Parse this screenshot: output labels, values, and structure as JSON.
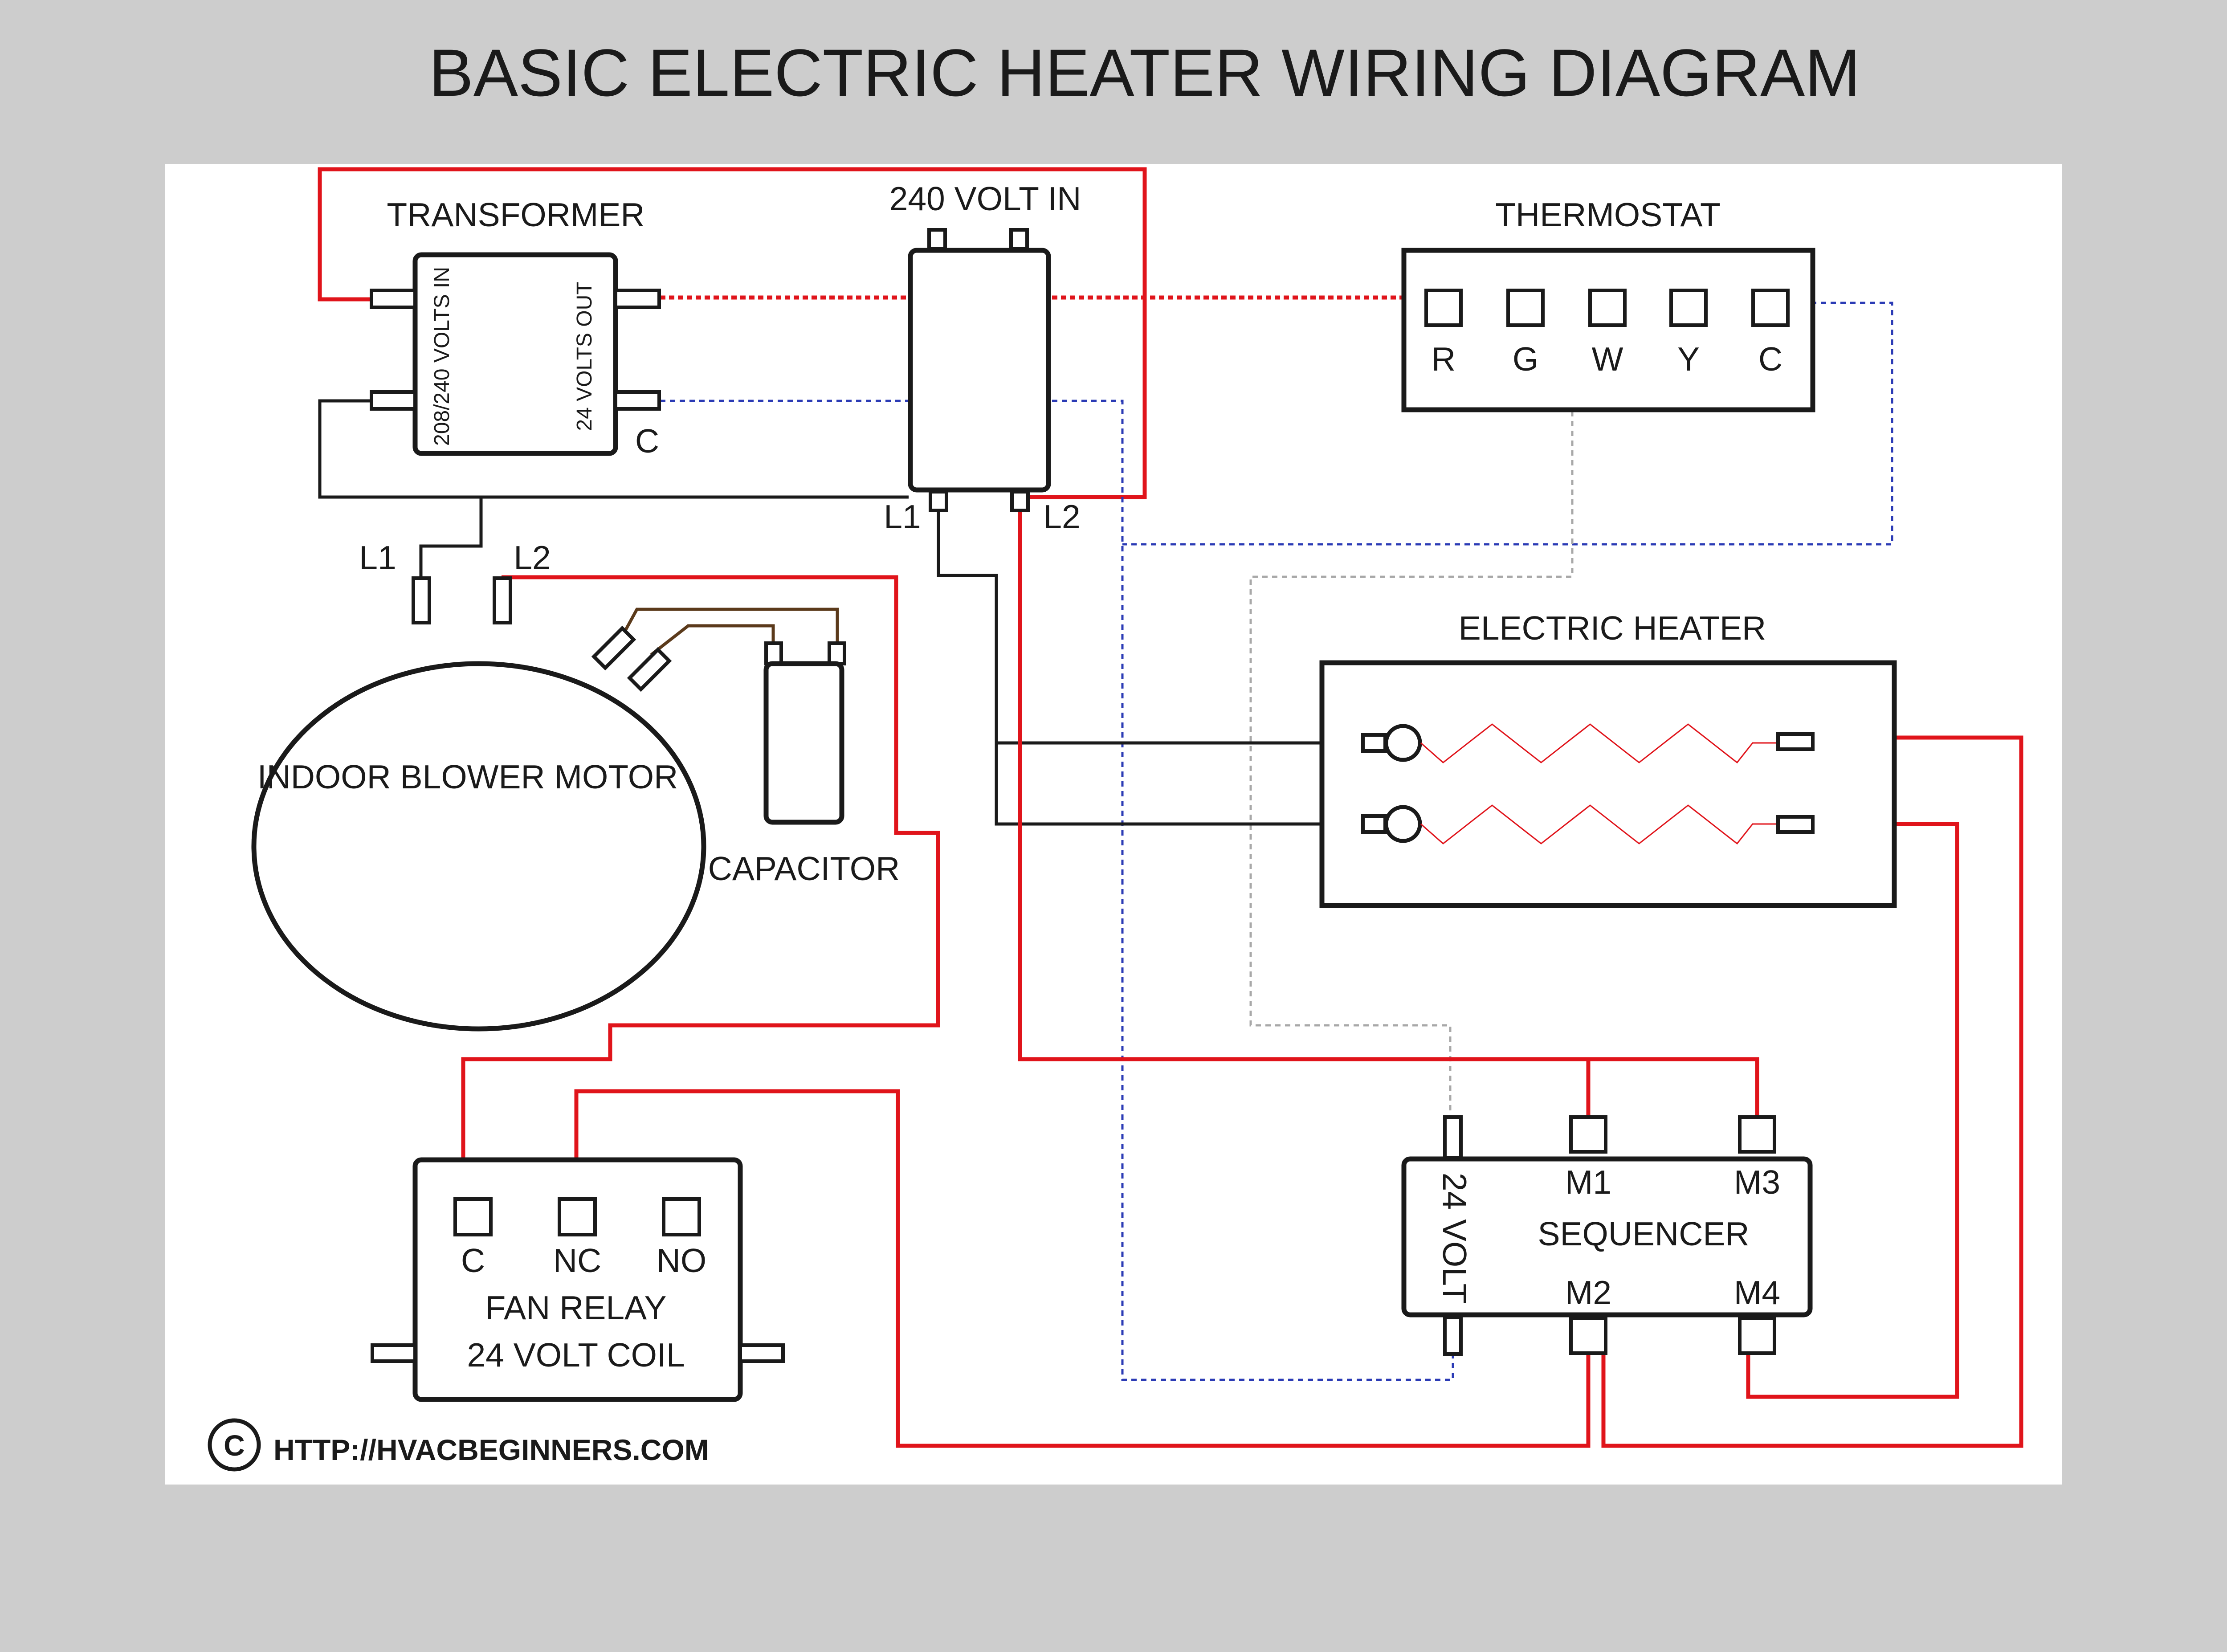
{
  "title": "BASIC ELECTRIC HEATER WIRING DIAGRAM",
  "transformer": {
    "label": "TRANSFORMER",
    "input_label": "208/240 VOLTS IN",
    "output_label": "24 VOLTS OUT",
    "common_label": "C"
  },
  "supply": {
    "label": "240 VOLT IN",
    "l1": "L1",
    "l2": "L2"
  },
  "thermostat": {
    "label": "THERMOSTAT",
    "terminals": [
      "R",
      "G",
      "W",
      "Y",
      "C"
    ]
  },
  "blower": {
    "label": "INDOOR BLOWER MOTOR",
    "l1": "L1",
    "l2": "L2"
  },
  "capacitor": {
    "label": "CAPACITOR"
  },
  "heater": {
    "label": "ELECTRIC HEATER"
  },
  "fan_relay": {
    "terminals": [
      "C",
      "NC",
      "NO"
    ],
    "line1": "FAN RELAY",
    "line2": "24 VOLT COIL"
  },
  "sequencer": {
    "label": "SEQUENCER",
    "coil_label": "24 VOLT",
    "terminals": [
      "M1",
      "M3",
      "M2",
      "M4"
    ]
  },
  "footer": {
    "copyright_symbol": "C",
    "url": "HTTP://HVACBEGINNERS.COM"
  },
  "colors": {
    "line_voltage": "#e0141b",
    "control_common": "#2b3bb5",
    "heat_call": "#a8a8a8",
    "capacitor_leads": "#5b3a1b",
    "neutral_leg": "#1a1a1a"
  }
}
